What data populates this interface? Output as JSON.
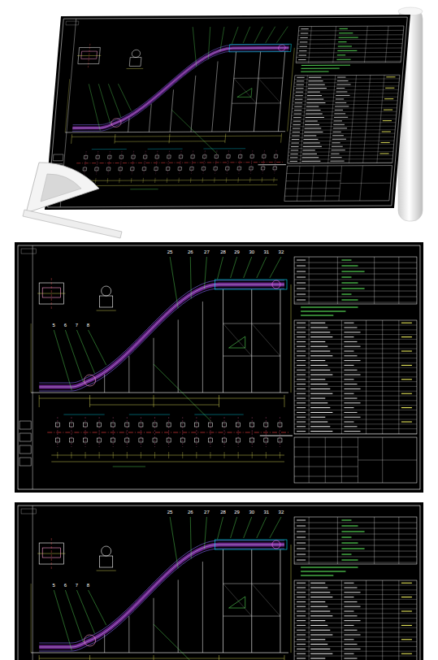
{
  "diagram": {
    "labels": [
      "25",
      "26",
      "27",
      "28",
      "29",
      "30",
      "31",
      "32",
      "5",
      "6",
      "7",
      "8",
      "25",
      "26",
      "27",
      "28",
      "29",
      "30",
      "31",
      "32",
      "5",
      "6",
      "7",
      "8"
    ]
  }
}
